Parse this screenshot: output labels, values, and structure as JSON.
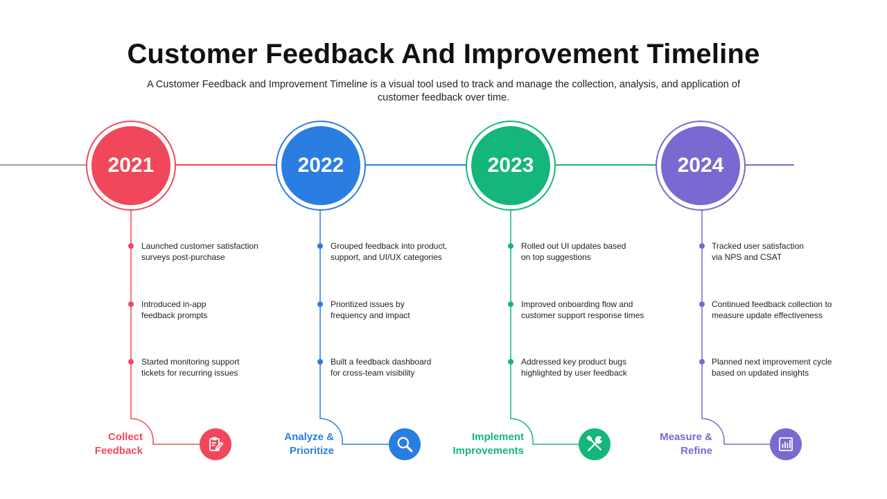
{
  "header": {
    "title": "Customer Feedback And Improvement Timeline",
    "subtitle": "A Customer Feedback and Improvement Timeline is a visual tool used to track and manage the collection, analysis, and application of customer feedback over time."
  },
  "colors": {
    "lead_line": "#9e9e9e",
    "y2021": "#f0485a",
    "y2022": "#2a7de1",
    "y2023": "#14b67a",
    "y2024": "#7b68d0"
  },
  "timeline": [
    {
      "year": "2021",
      "bullets": [
        "Launched customer satisfaction surveys post-purchase",
        "Introduced in-app feedback prompts",
        "Started monitoring support tickets for recurring issues"
      ],
      "stage": "Collect Feedback",
      "icon": "clipboard-edit-icon"
    },
    {
      "year": "2022",
      "bullets": [
        "Grouped feedback into product, support, and UI/UX categories",
        "Prioritized issues by frequency and impact",
        "Built a feedback dashboard for cross-team visibility"
      ],
      "stage": "Analyze & Prioritize",
      "icon": "magnifier-icon"
    },
    {
      "year": "2023",
      "bullets": [
        "Rolled out UI updates based on top suggestions",
        "Improved onboarding flow and customer support response times",
        "Addressed key product bugs highlighted by user feedback"
      ],
      "stage": "Implement Improvements",
      "icon": "tools-icon"
    },
    {
      "year": "2024",
      "bullets": [
        "Tracked user satisfaction via NPS and CSAT",
        "Continued feedback collection to measure update effectiveness",
        "Planned next improvement cycle based on updated insights"
      ],
      "stage": "Measure & Refine",
      "icon": "bar-chart-icon"
    }
  ]
}
